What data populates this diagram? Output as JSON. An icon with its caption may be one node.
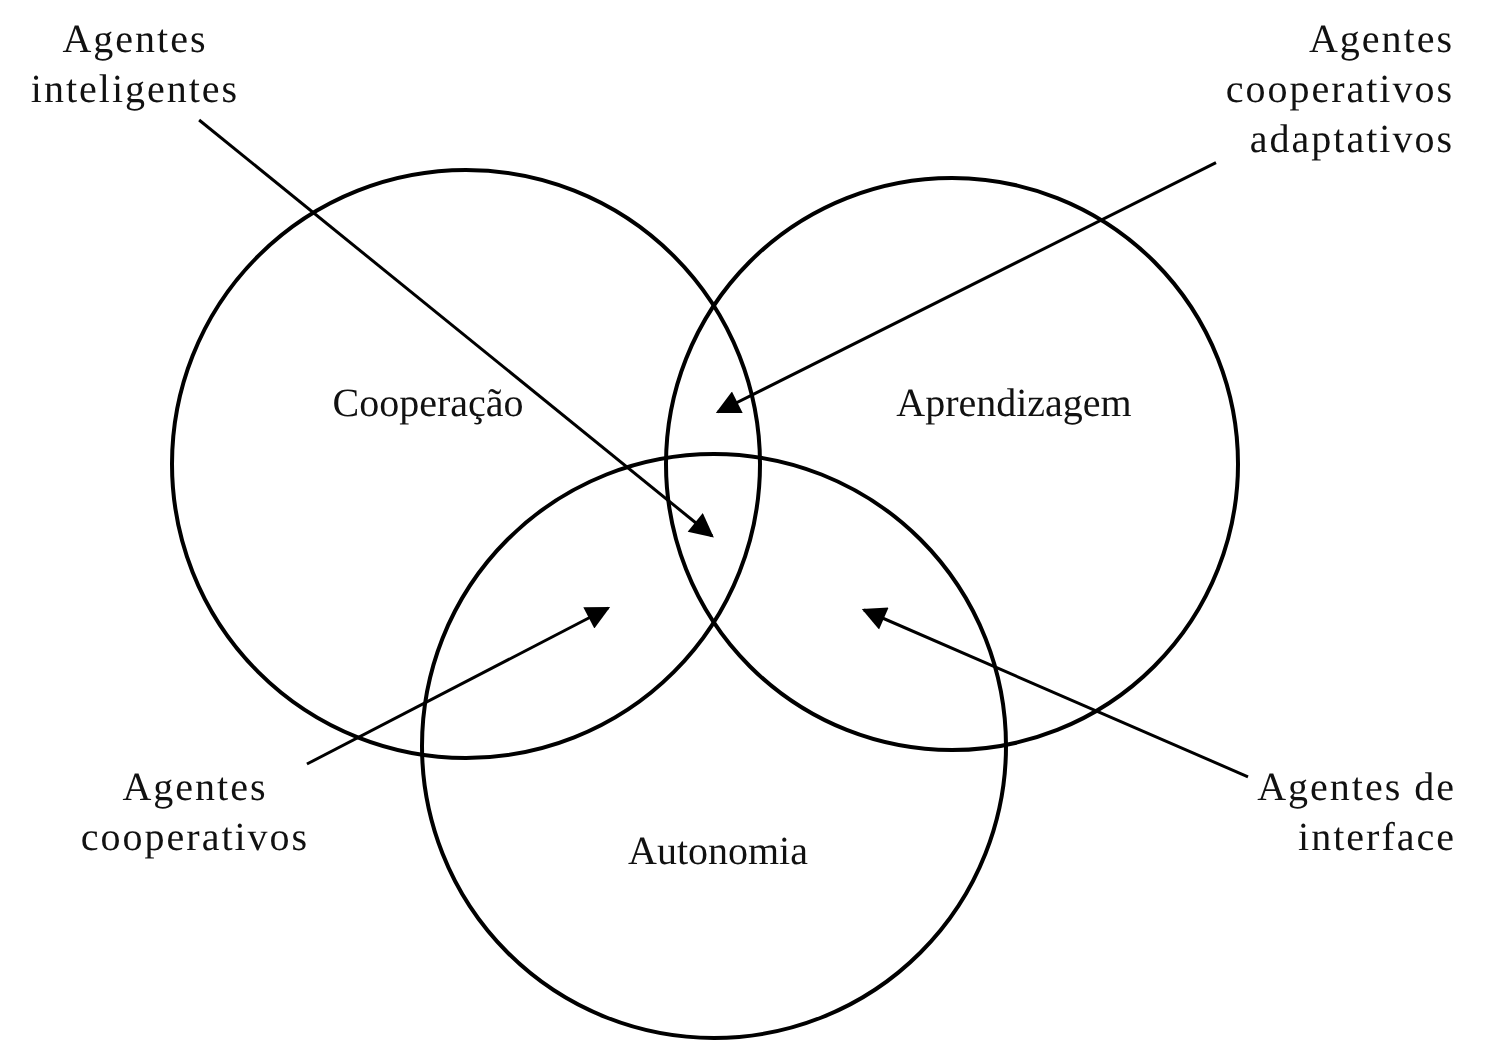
{
  "diagram": {
    "nodes": [
      {
        "text": [
          "Cooperação"
        ]
      },
      {
        "text": [
          "Aprendizagem"
        ]
      },
      {
        "text": [
          "Autonomia"
        ]
      },
      {
        "text": [
          "Agentes inteligentes"
        ]
      },
      {
        "text": [
          "Agentes cooperativos adaptativos"
        ]
      },
      {
        "text": [
          "Agentes cooperativos"
        ]
      },
      {
        "text": [
          "Agentes de interface"
        ]
      }
    ],
    "edges": [
      {
        "from": 3,
        "to": 1,
        "arrow": "to"
      },
      {
        "from": 4,
        "to": 1,
        "arrow": "to"
      },
      {
        "from": 5,
        "to": 2,
        "arrow": "to"
      },
      {
        "from": 6,
        "to": 1,
        "arrow": "to"
      }
    ]
  }
}
